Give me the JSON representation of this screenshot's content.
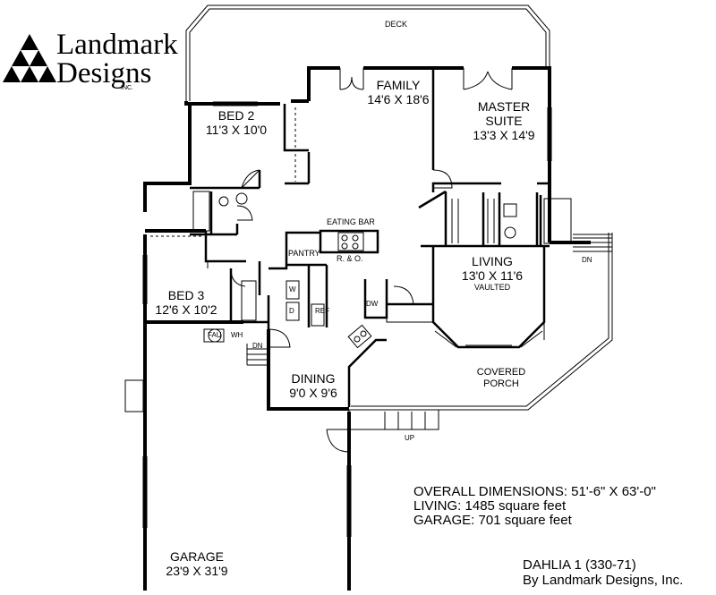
{
  "logo": {
    "line1": "Landmark",
    "line2": "Designs",
    "inc": "INC."
  },
  "rooms": {
    "deck": "DECK",
    "family_name": "FAMILY",
    "family_size": "14'6 X 18'6",
    "master_line1": "MASTER",
    "master_line2": "SUITE",
    "master_size": "13'3 X 14'9",
    "bed2_name": "BED 2",
    "bed2_size": "11'3 X 10'0",
    "bed3_name": "BED 3",
    "bed3_size": "12'6 X 10'2",
    "living_name": "LIVING",
    "living_size": "13'0 X 11'6",
    "living_note": "VAULTED",
    "dining_name": "DINING",
    "dining_size": "9'0 X 9'6",
    "porch_line1": "COVERED",
    "porch_line2": "PORCH",
    "garage_name": "GARAGE",
    "garage_size": "23'9 X 31'9"
  },
  "fixtures": {
    "eating_bar": "EATING BAR",
    "pantry": "PANTRY",
    "range_oven": "R. & O.",
    "washer": "W",
    "dryer": "D",
    "refrigerator": "REF",
    "dishwasher": "DW",
    "furnace": "FAU",
    "water_heater": "WH",
    "stair_down_1": "DN",
    "stair_down_2": "DN",
    "stair_up": "UP"
  },
  "info": {
    "overall": "OVERALL DIMENSIONS: 51'-6\" X 63'-0\"",
    "living": "LIVING: 1485 square feet",
    "garage": "GARAGE: 701 square feet"
  },
  "credit": {
    "plan": "DAHLIA 1 (330-71)",
    "by": "By Landmark Designs, Inc."
  }
}
